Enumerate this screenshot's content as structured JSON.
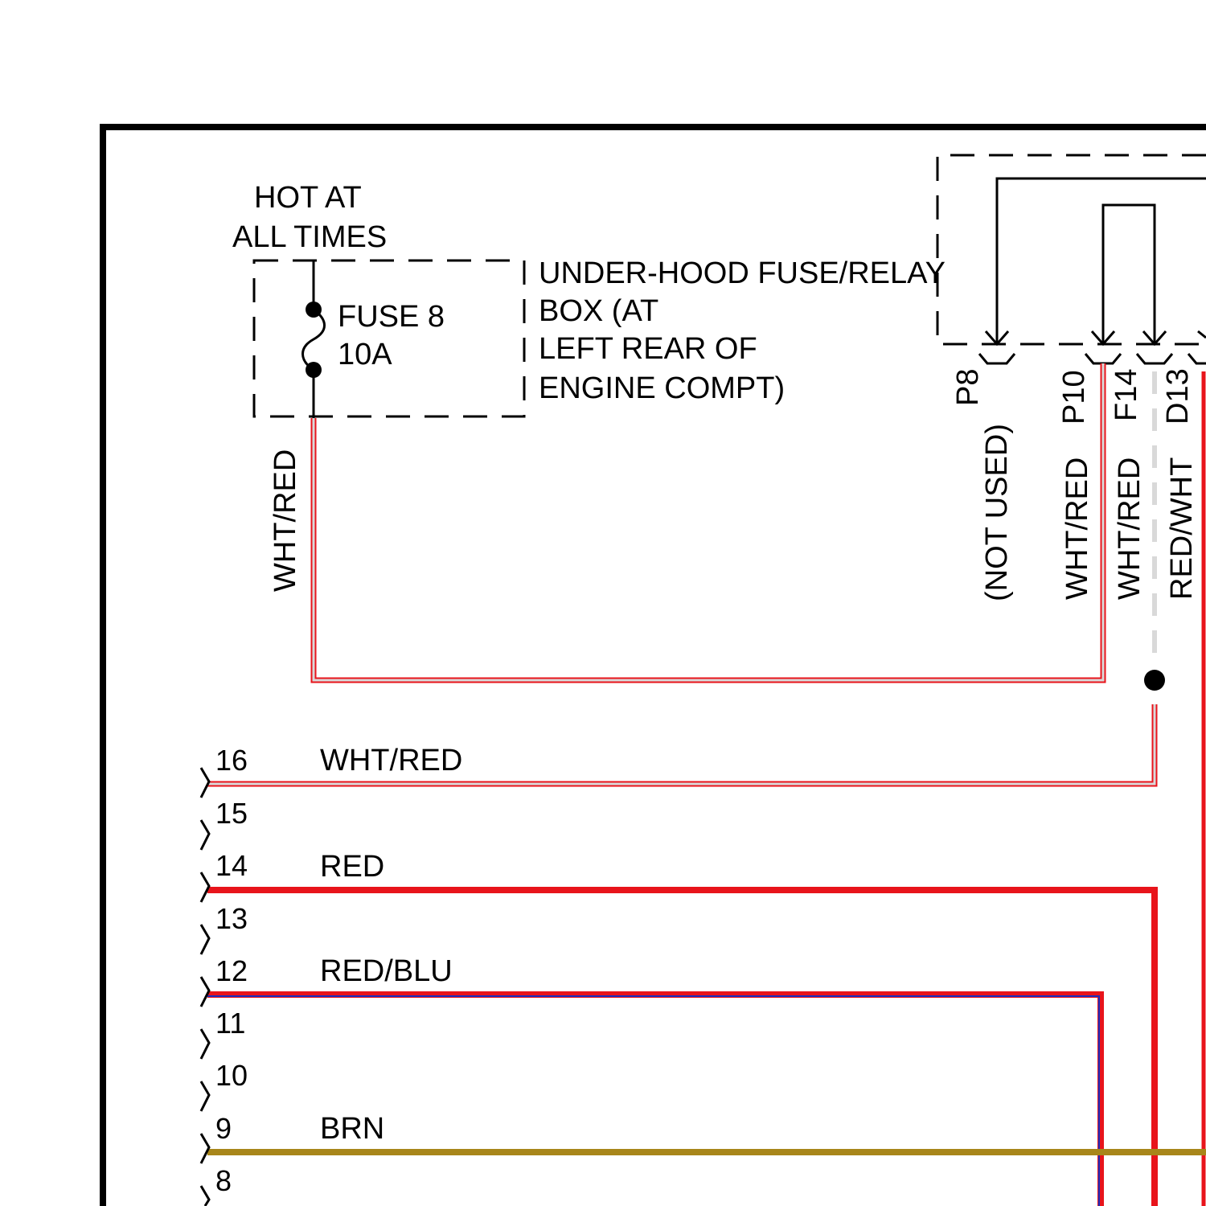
{
  "source": {
    "line1": "HOT AT",
    "line2": "ALL TIMES"
  },
  "fuse": {
    "name": "FUSE 8",
    "rating": "10A"
  },
  "fuse_wire_color": "WHT/RED",
  "fuse_box": {
    "line1": "UNDER-HOOD FUSE/RELAY",
    "line2": "BOX (AT",
    "line3": "LEFT REAR OF",
    "line4": "ENGINE COMPT)"
  },
  "terminals": [
    {
      "id": "P8",
      "wire": "(NOT USED)"
    },
    {
      "id": "P10",
      "wire": "WHT/RED"
    },
    {
      "id": "F14",
      "wire": "WHT/RED"
    },
    {
      "id": "D13",
      "wire": "RED/WHT"
    }
  ],
  "connector_pins": [
    {
      "pin": "16",
      "wire": "WHT/RED"
    },
    {
      "pin": "15",
      "wire": ""
    },
    {
      "pin": "14",
      "wire": "RED"
    },
    {
      "pin": "13",
      "wire": ""
    },
    {
      "pin": "12",
      "wire": "RED/BLU"
    },
    {
      "pin": "11",
      "wire": ""
    },
    {
      "pin": "10",
      "wire": ""
    },
    {
      "pin": "9",
      "wire": "BRN"
    },
    {
      "pin": "8",
      "wire": ""
    }
  ],
  "colors": {
    "red": "#e8141b",
    "white_stripe": "#d9d9d9",
    "blue": "#1a2fbf",
    "brown": "#a8861a",
    "black": "#000000"
  }
}
